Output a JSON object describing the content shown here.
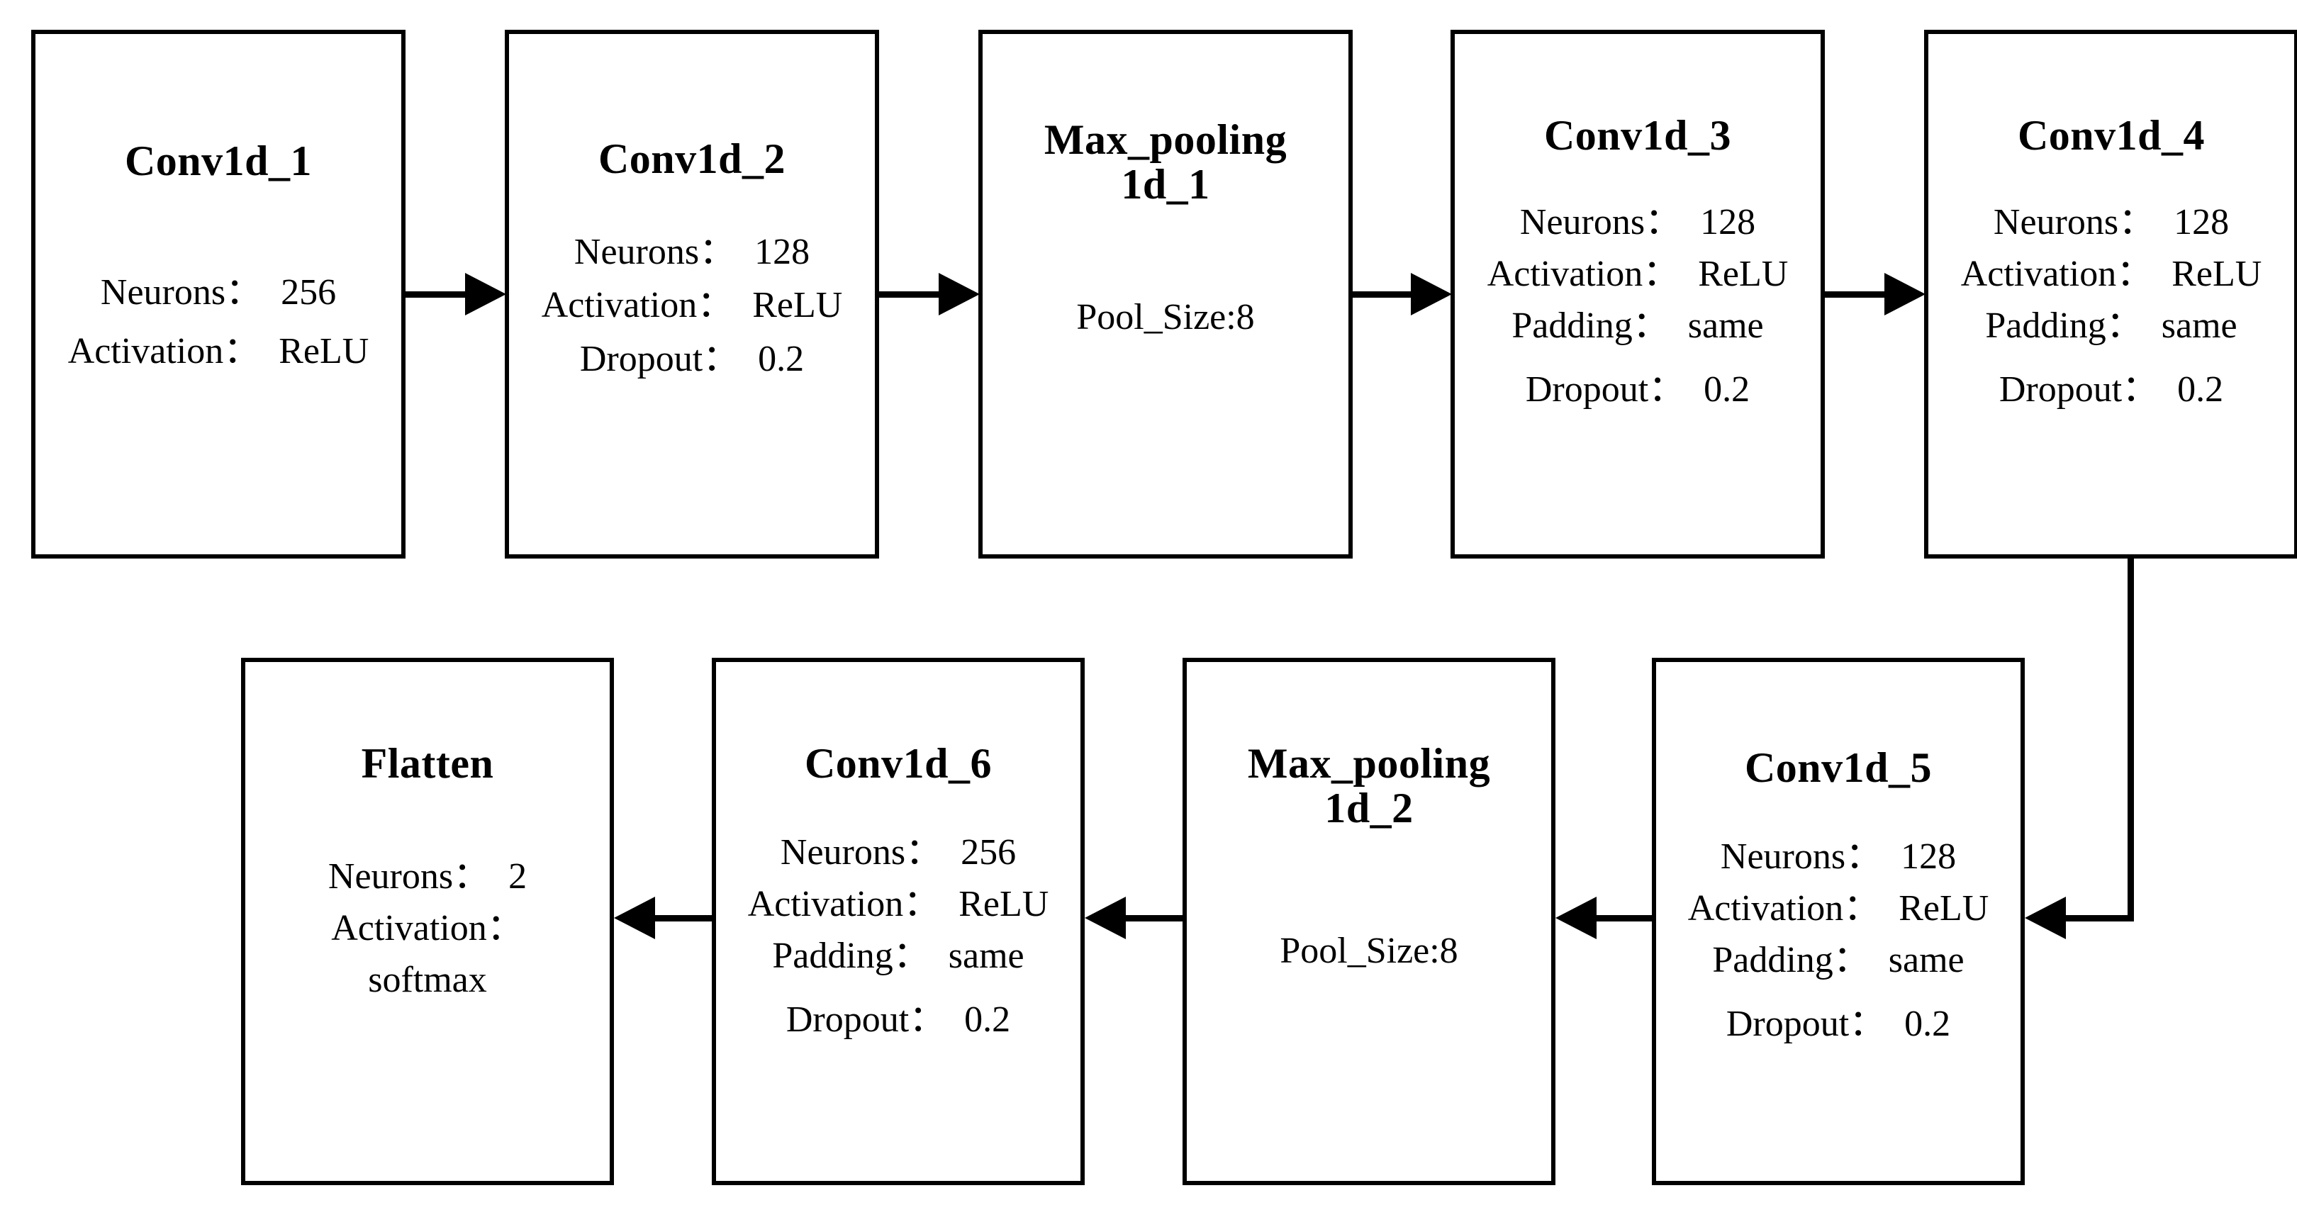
{
  "diagram": {
    "title": "1D CNN architecture block diagram",
    "background_color": "#ffffff",
    "line_color": "#000000"
  },
  "nodes": {
    "conv1d_1": {
      "title": "Conv1d_1",
      "lines": [
        "Neurons：  256",
        "Activation：  ReLU"
      ],
      "neurons": "256",
      "activation": "ReLU"
    },
    "conv1d_2": {
      "title": "Conv1d_2",
      "lines": [
        "Neurons：  128",
        "Activation：  ReLU",
        "Dropout：  0.2"
      ],
      "neurons": "128",
      "activation": "ReLU",
      "dropout": "0.2"
    },
    "max_pooling1d_1": {
      "title": "Max_pooling\n1d_1",
      "lines": [
        "Pool_Size:8"
      ],
      "pool_size": "8"
    },
    "conv1d_3": {
      "title": "Conv1d_3",
      "lines": [
        "Neurons：  128",
        "Activation：  ReLU",
        "Padding：  same",
        "Dropout：  0.2"
      ],
      "neurons": "128",
      "activation": "ReLU",
      "padding": "same",
      "dropout": "0.2"
    },
    "conv1d_4": {
      "title": "Conv1d_4",
      "lines": [
        "Neurons：  128",
        "Activation：  ReLU",
        "Padding：  same",
        "Dropout：  0.2"
      ],
      "neurons": "128",
      "activation": "ReLU",
      "padding": "same",
      "dropout": "0.2"
    },
    "conv1d_5": {
      "title": "Conv1d_5",
      "lines": [
        "Neurons：  128",
        "Activation：  ReLU",
        "Padding：  same",
        "Dropout：  0.2"
      ],
      "neurons": "128",
      "activation": "ReLU",
      "padding": "same",
      "dropout": "0.2"
    },
    "max_pooling1d_2": {
      "title": "Max_pooling\n1d_2",
      "lines": [
        "Pool_Size:8"
      ],
      "pool_size": "8"
    },
    "conv1d_6": {
      "title": "Conv1d_6",
      "lines": [
        "Neurons：  256",
        "Activation：  ReLU",
        "Padding：  same",
        "Dropout：  0.2"
      ],
      "neurons": "256",
      "activation": "ReLU",
      "padding": "same",
      "dropout": "0.2"
    },
    "flatten": {
      "title": "Flatten",
      "lines": [
        "Neurons：  2",
        "Activation：",
        "softmax"
      ],
      "neurons": "2",
      "activation": "softmax"
    }
  },
  "edges": [
    {
      "from": "conv1d_1",
      "to": "conv1d_2",
      "direction": "right"
    },
    {
      "from": "conv1d_2",
      "to": "max_pooling1d_1",
      "direction": "right"
    },
    {
      "from": "max_pooling1d_1",
      "to": "conv1d_3",
      "direction": "right"
    },
    {
      "from": "conv1d_3",
      "to": "conv1d_4",
      "direction": "right"
    },
    {
      "from": "conv1d_4",
      "to": "conv1d_5",
      "direction": "down-left"
    },
    {
      "from": "conv1d_5",
      "to": "max_pooling1d_2",
      "direction": "left"
    },
    {
      "from": "max_pooling1d_2",
      "to": "conv1d_6",
      "direction": "left"
    },
    {
      "from": "conv1d_6",
      "to": "flatten",
      "direction": "left"
    }
  ]
}
